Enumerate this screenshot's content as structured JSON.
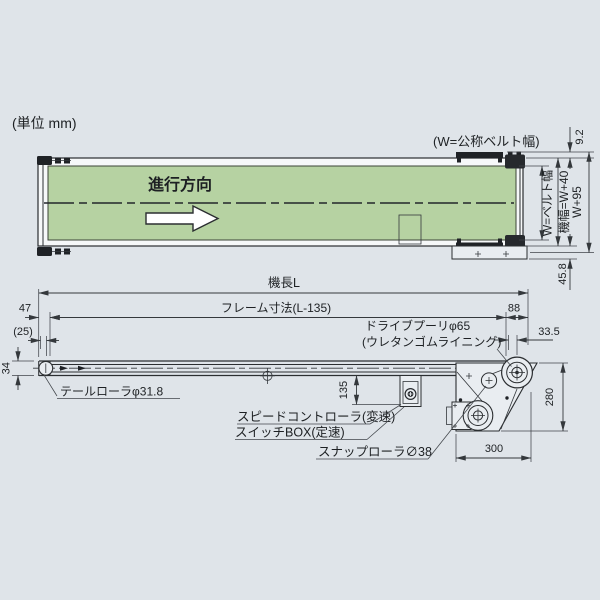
{
  "drawing": {
    "unit_note": "(単位 mm)",
    "colors": {
      "background": "#dfe4e9",
      "belt_green": "#b6d2a2",
      "line": "#2b2e31",
      "black_parts": "#1f2226"
    },
    "top_view": {
      "direction_label": "進行方向",
      "belt_note": "(W=公称ベルト幅)",
      "dim_9_2": "9.2",
      "dim_belt_width": "W=ベルト幅",
      "dim_machine_width": "機幅=W+40",
      "dim_w95": "W+95",
      "dim_45_8": "45.8"
    },
    "side_view": {
      "dim_length": "機長L",
      "dim_frame": "フレーム寸法(L-135)",
      "dim_47": "47",
      "dim_25": "(25)",
      "dim_34": "34",
      "dim_88": "88",
      "dim_33_5": "33.5",
      "dim_135": "135",
      "dim_280": "280",
      "dim_300": "300",
      "label_tail_roller": "テールローラφ31.8",
      "label_drive_pulley_line1": "ドライブプーリφ65",
      "label_drive_pulley_line2": "(ウレタンゴムライニング)",
      "label_speed_controller": "スピードコントローラ(変速)",
      "label_switch_box": "スイッチBOX(定速)",
      "label_snap_roller": "スナップローラ∅38"
    }
  }
}
